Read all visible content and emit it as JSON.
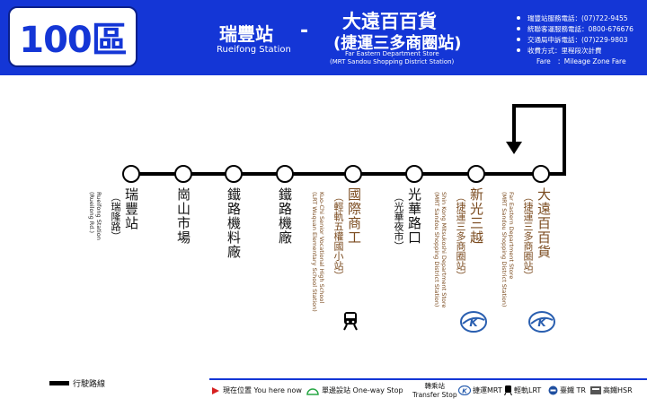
{
  "header": {
    "route_number": "100區",
    "from_zh": "瑞豐站",
    "from_en": "Rueifong Station",
    "dash": "-",
    "to_zh_line1": "大遠百百貨",
    "to_zh_line2": "(捷運三多商圈站)",
    "to_en_line1": "Far Eastern Department Store",
    "to_en_line2": "(MRT Sandou Shopping District Station)",
    "info": [
      "瑞豐站服務電話：(07)722-9455",
      "統聯客運服務電話：0800-676676",
      "交通局申訴電話：(07)229-9803",
      "收費方式：里程段次計費"
    ],
    "fare_line": "Fare　：Mileage Zone Fare"
  },
  "stations": [
    {
      "name": "瑞豐站",
      "sub": "（瑞隆路）",
      "en": "Rueifong Station\n(Rueilong Rd.)",
      "brown": false
    },
    {
      "name": "崗山市場",
      "sub": "",
      "en": "",
      "brown": false
    },
    {
      "name": "鐵路機料廠",
      "sub": "",
      "en": "",
      "brown": false
    },
    {
      "name": "鐵路機廠",
      "sub": "",
      "en": "",
      "brown": false
    },
    {
      "name": "國際商工",
      "sub": "（輕軌五權國小站）",
      "en": "Kuo-Chi Senior Vocational High School\n(LRT Wuquan Elementary School Station)",
      "brown": true
    },
    {
      "name": "光華路口",
      "sub": "（光華夜市）",
      "en": "",
      "brown": false
    },
    {
      "name": "新光三越",
      "sub": "（捷運三多商圈站）",
      "en": "Shin Kong Mitsukoshi Department Store\n(MRT Sandou Shopping District Station)",
      "brown": true
    },
    {
      "name": "大遠百百貨",
      "sub": "（捷運三多商圈站）",
      "en": "Far Eastern Department Store\n(MRT Sandou Shopping District Station)",
      "brown": true
    }
  ],
  "colors": {
    "header_bg": "#1436d6",
    "mrt": "#2a5fb0",
    "current": "#d62020",
    "one_way": "#28a745",
    "tra": "#1f4fa0",
    "hsr": "#555555",
    "brown_text": "#7a4a1e"
  },
  "icons": {
    "mrt_station_6": "mrt-k-icon",
    "mrt_station_7": "mrt-k-icon",
    "lrt_station_4": "lrt-train-icon"
  },
  "legend": {
    "route_line": "行駛路線"
  },
  "footer": {
    "current": "現在位置 You here now",
    "one_way": "單邊設站 One-way Stop",
    "transfer_zh": "轉乘站",
    "transfer_en": "Transfer Stop",
    "mrt": "捷運MRT",
    "lrt": "輕軌LRT",
    "tra": "臺鐵 TR",
    "hsr": "高鐵HSR"
  }
}
